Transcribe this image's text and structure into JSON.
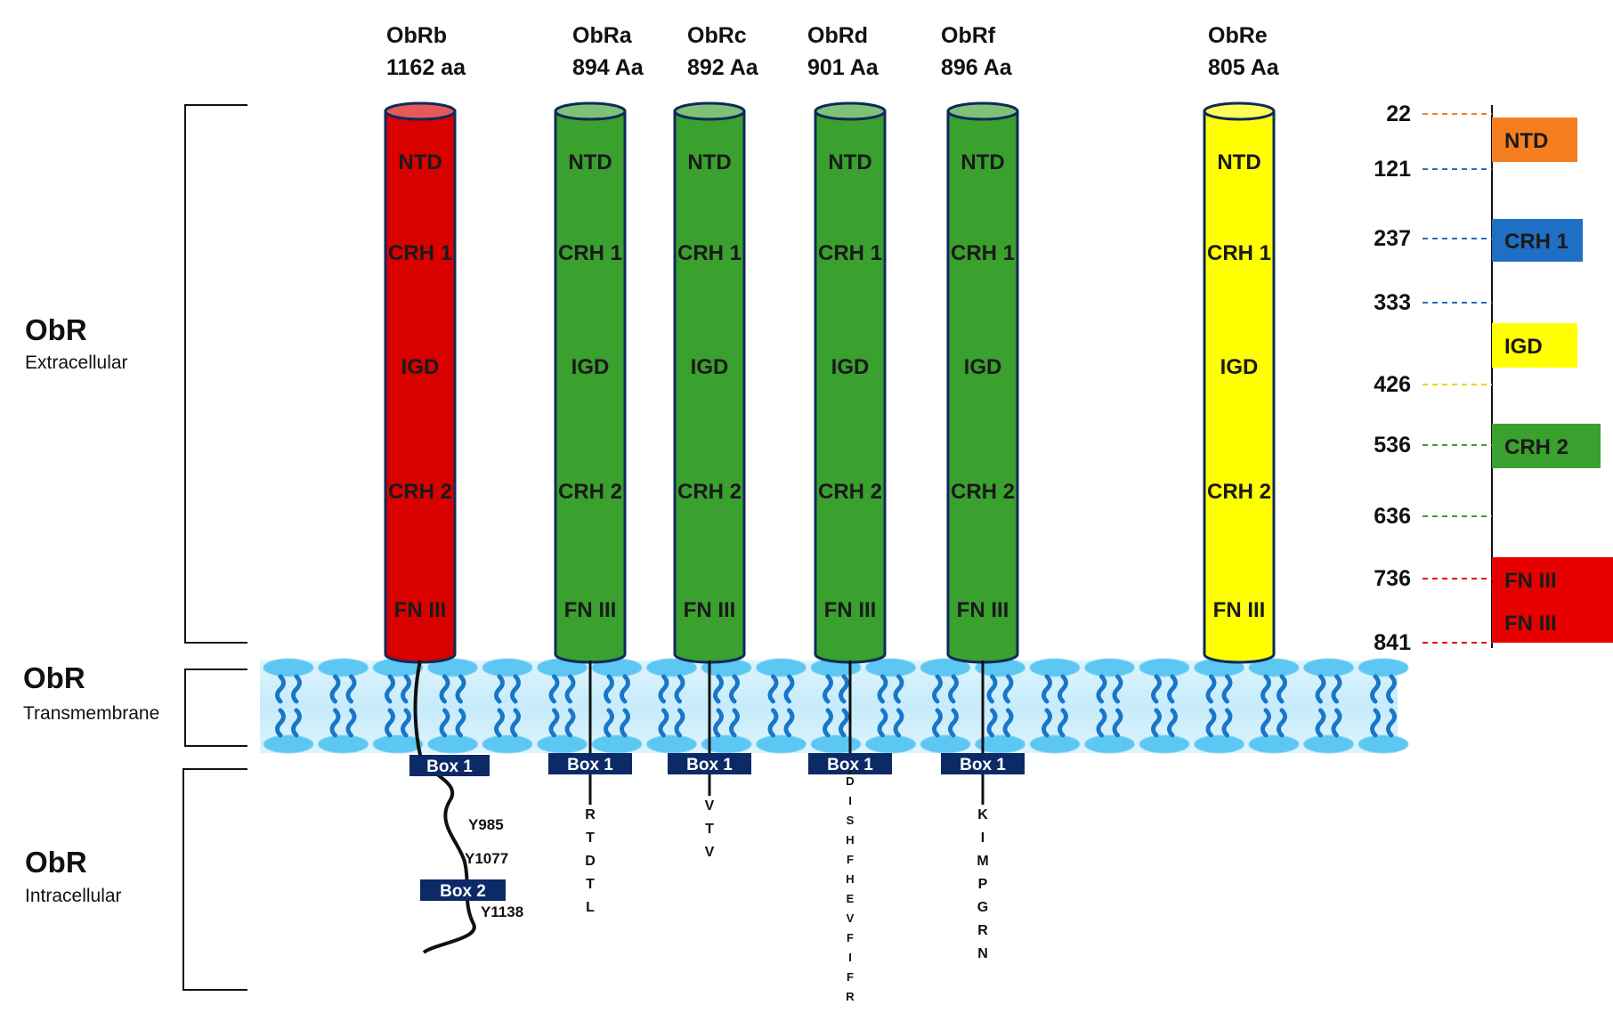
{
  "regions": {
    "extracellular": {
      "title": "ObR",
      "subtitle": "Extracellular"
    },
    "transmembrane": {
      "title": "ObR",
      "subtitle": "Transmembrane"
    },
    "intracellular": {
      "title": "ObR",
      "subtitle": "Intracellular"
    }
  },
  "isoforms": [
    {
      "name": "ObRb",
      "length": "1162 aa",
      "color": "#d90000",
      "domains": [
        "NTD",
        "CRH 1",
        "IGD",
        "CRH 2",
        "FN III"
      ],
      "tail": "Box 1 + Box 2",
      "tail_sequence": []
    },
    {
      "name": "ObRa",
      "length": "894 Aa",
      "color": "#3aa02e",
      "domains": [
        "NTD",
        "CRH 1",
        "IGD",
        "CRH 2",
        "FN III"
      ],
      "tail": "Box 1",
      "tail_sequence": [
        "R",
        "T",
        "D",
        "T",
        "L"
      ]
    },
    {
      "name": "ObRc",
      "length": "892 Aa",
      "color": "#3aa02e",
      "domains": [
        "NTD",
        "CRH 1",
        "IGD",
        "CRH 2",
        "FN III"
      ],
      "tail": "Box 1",
      "tail_sequence": [
        "V",
        "T",
        "V"
      ]
    },
    {
      "name": "ObRd",
      "length": "901 Aa",
      "color": "#3aa02e",
      "domains": [
        "NTD",
        "CRH 1",
        "IGD",
        "CRH 2",
        "FN III"
      ],
      "tail": "Box 1",
      "tail_sequence": [
        "D",
        "I",
        "S",
        "H",
        "F",
        "H",
        "E",
        "V",
        "F",
        "I",
        "F",
        "R"
      ]
    },
    {
      "name": "ObRf",
      "length": "896 Aa",
      "color": "#3aa02e",
      "domains": [
        "NTD",
        "CRH 1",
        "IGD",
        "CRH 2",
        "FN III"
      ],
      "tail": "Box 1",
      "tail_sequence": [
        "K",
        "I",
        "M",
        "P",
        "G",
        "R",
        "N"
      ]
    },
    {
      "name": "ObRe",
      "length": "805 Aa",
      "color": "#ffff00",
      "domains": [
        "NTD",
        "CRH 1",
        "IGD",
        "CRH 2",
        "FN III"
      ],
      "tail": "",
      "tail_sequence": []
    }
  ],
  "box_labels": {
    "box1": "Box 1",
    "box2": "Box 2"
  },
  "obrb_tyrosines": [
    "Y985",
    "Y1077",
    "Y1138"
  ],
  "scale_positions": [
    "22",
    "121",
    "237",
    "333",
    "426",
    "536",
    "636",
    "736",
    "841"
  ],
  "legend": [
    {
      "label": "NTD",
      "color": "#f57f20"
    },
    {
      "label": "CRH 1",
      "color": "#1f6fc5"
    },
    {
      "label": "IGD",
      "color": "#ffff00"
    },
    {
      "label": "CRH 2",
      "color": "#3aa02e"
    },
    {
      "label": "FN III",
      "color": "#e60000"
    },
    {
      "label": "FN III",
      "color": "#e60000"
    }
  ],
  "colors": {
    "membrane_light": "#5cc7f2",
    "membrane_dark": "#1976c8",
    "box_fill": "#0b2a66"
  }
}
